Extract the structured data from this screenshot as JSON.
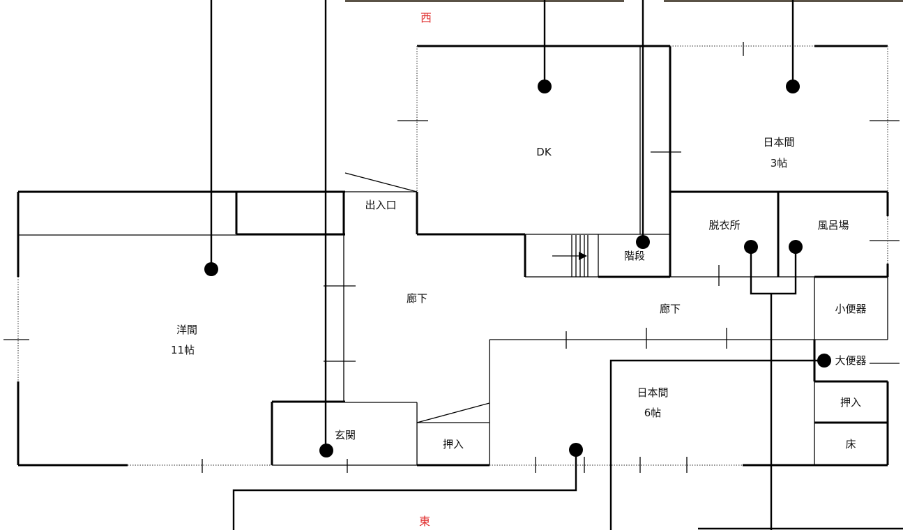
{
  "colors": {
    "direction_label": "#e03030",
    "walls": "#000000",
    "background": "#ffffff"
  },
  "compass": {
    "top": "西",
    "bottom": "東"
  },
  "rooms": {
    "western_room": {
      "name": "洋間",
      "size": "11帖"
    },
    "dk": {
      "name": "DK"
    },
    "japanese_room_3": {
      "name": "日本間",
      "size": "3帖"
    },
    "changing_room": {
      "name": "脱衣所"
    },
    "bathroom": {
      "name": "風呂場"
    },
    "stairs": {
      "name": "階段"
    },
    "hallway_left": {
      "name": "廊下"
    },
    "hallway_right": {
      "name": "廊下"
    },
    "urinal": {
      "name": "小便器"
    },
    "toilet": {
      "name": "大便器"
    },
    "japanese_room_6": {
      "name": "日本間",
      "size": "6帖"
    },
    "closet_right": {
      "name": "押入"
    },
    "alcove": {
      "name": "床"
    },
    "closet_left": {
      "name": "押入"
    },
    "entrance_hall": {
      "name": "玄関"
    },
    "doorway": {
      "name": "出入口"
    }
  }
}
